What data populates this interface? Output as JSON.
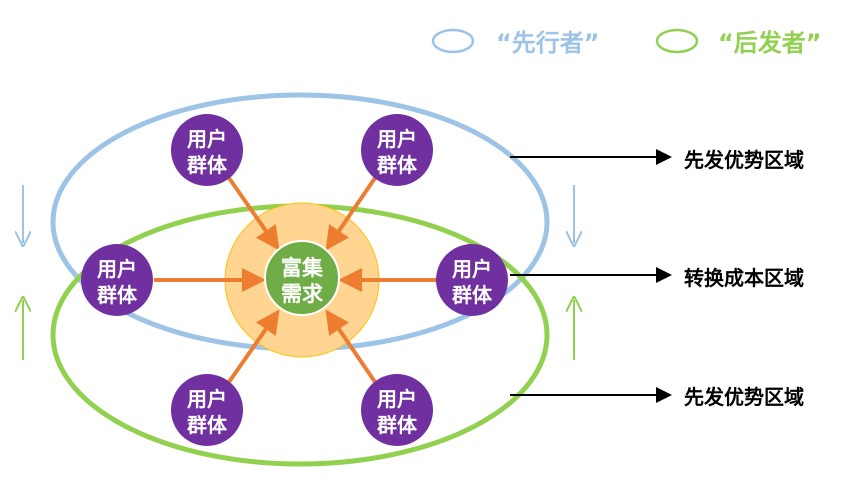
{
  "legend": [
    {
      "label": "“先行者”",
      "color": "#9dc3e6"
    },
    {
      "label": "“后发者”",
      "color": "#92d050"
    }
  ],
  "center": {
    "line1": "富集",
    "line2": "需求",
    "inner_color": "#70ad47",
    "halo_color": "#ffd591"
  },
  "user_groups": [
    {
      "line1": "用户",
      "line2": "群体"
    },
    {
      "line1": "用户",
      "line2": "群体"
    },
    {
      "line1": "用户",
      "line2": "群体"
    },
    {
      "line1": "用户",
      "line2": "群体"
    },
    {
      "line1": "用户",
      "line2": "群体"
    },
    {
      "line1": "用户",
      "line2": "群体"
    }
  ],
  "regions": [
    {
      "label": "先发优势区域"
    },
    {
      "label": "转换成本区域"
    },
    {
      "label": "先发优势区域"
    }
  ],
  "colors": {
    "purple": "#7030a0",
    "arrow": "#ed7d31"
  }
}
